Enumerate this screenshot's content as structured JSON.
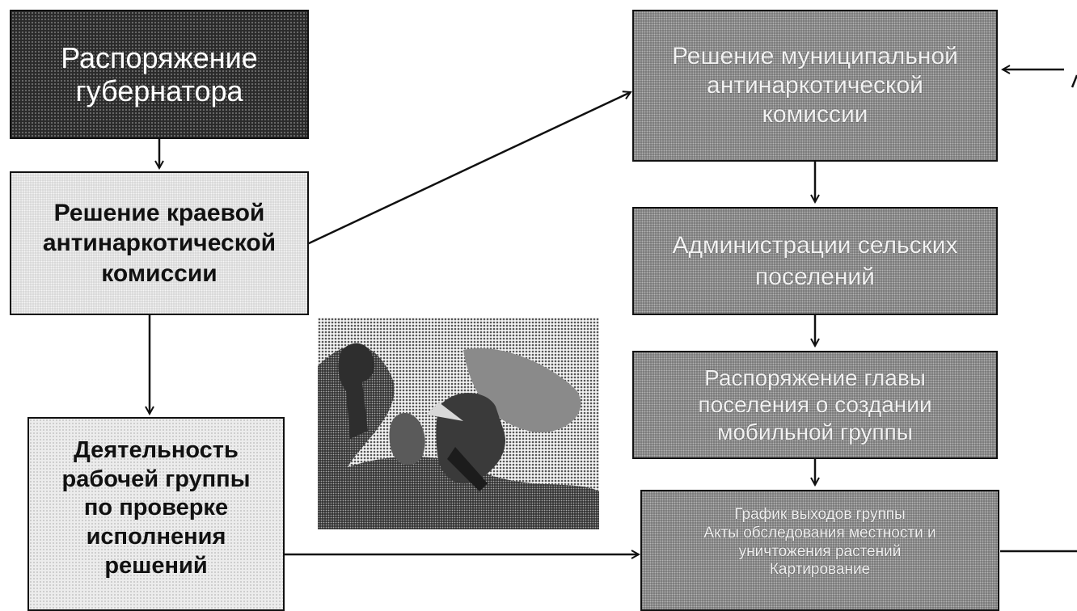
{
  "header": {
    "title_fragment": ""
  },
  "boxes": {
    "governor_order": {
      "lines": [
        "Распоряжение",
        "губернатора"
      ]
    },
    "regional_commission": {
      "lines": [
        "Решение краевой",
        "антинаркотической",
        "комиссии"
      ]
    },
    "working_group": {
      "lines": [
        "Деятельность",
        "рабочей группы",
        "по проверке",
        "исполнения",
        "решений"
      ]
    },
    "municipal_commission": {
      "lines": [
        "Решение муниципальной",
        "антинаркотической",
        "комиссии"
      ]
    },
    "rural_admin": {
      "lines": [
        "Администрации сельских",
        "поселений"
      ]
    },
    "head_order": {
      "lines": [
        "Распоряжение главы",
        "поселения о создании",
        "мобильной группы"
      ]
    },
    "documents": {
      "lines": [
        "График выходов группы",
        "Акты обследования местности и",
        "уничтожения растений",
        "Картирование"
      ]
    }
  },
  "colors": {
    "dark_fill": "#2a2a2a",
    "mid_fill": "#6e6e6e",
    "light_fill": "#d2d2d2",
    "arrow": "#111111"
  },
  "image": {
    "icon": "photo-people-in-field"
  }
}
